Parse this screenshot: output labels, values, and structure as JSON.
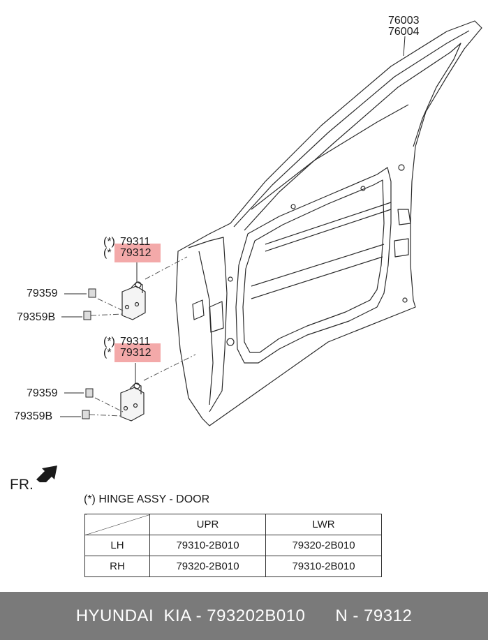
{
  "door_part": {
    "line1": "76003",
    "line2": "76004"
  },
  "upper_hinge": {
    "star1": "(*)",
    "part1": "79311",
    "star2": "(*",
    "part2": "79312",
    "bolt_a": "79359",
    "bolt_b": "79359B"
  },
  "lower_hinge": {
    "star1": "(*)",
    "part1": "79311",
    "star2": "(*",
    "part2": "79312",
    "bolt_a": "79359",
    "bolt_b": "79359B"
  },
  "front_indicator": "FR.",
  "highlight_color": "#f19a9a",
  "note": "(*) HINGE ASSY - DOOR",
  "table": {
    "headers": [
      "",
      "UPR",
      "LWR"
    ],
    "rows": [
      {
        "side": "LH",
        "upr": "79310-2B010",
        "lwr": "79320-2B010"
      },
      {
        "side": "RH",
        "upr": "79320-2B010",
        "lwr": "79310-2B010"
      }
    ]
  },
  "footer": {
    "left": "HYUNDAI  KIA - 793202B010",
    "right": "N - 79312"
  }
}
